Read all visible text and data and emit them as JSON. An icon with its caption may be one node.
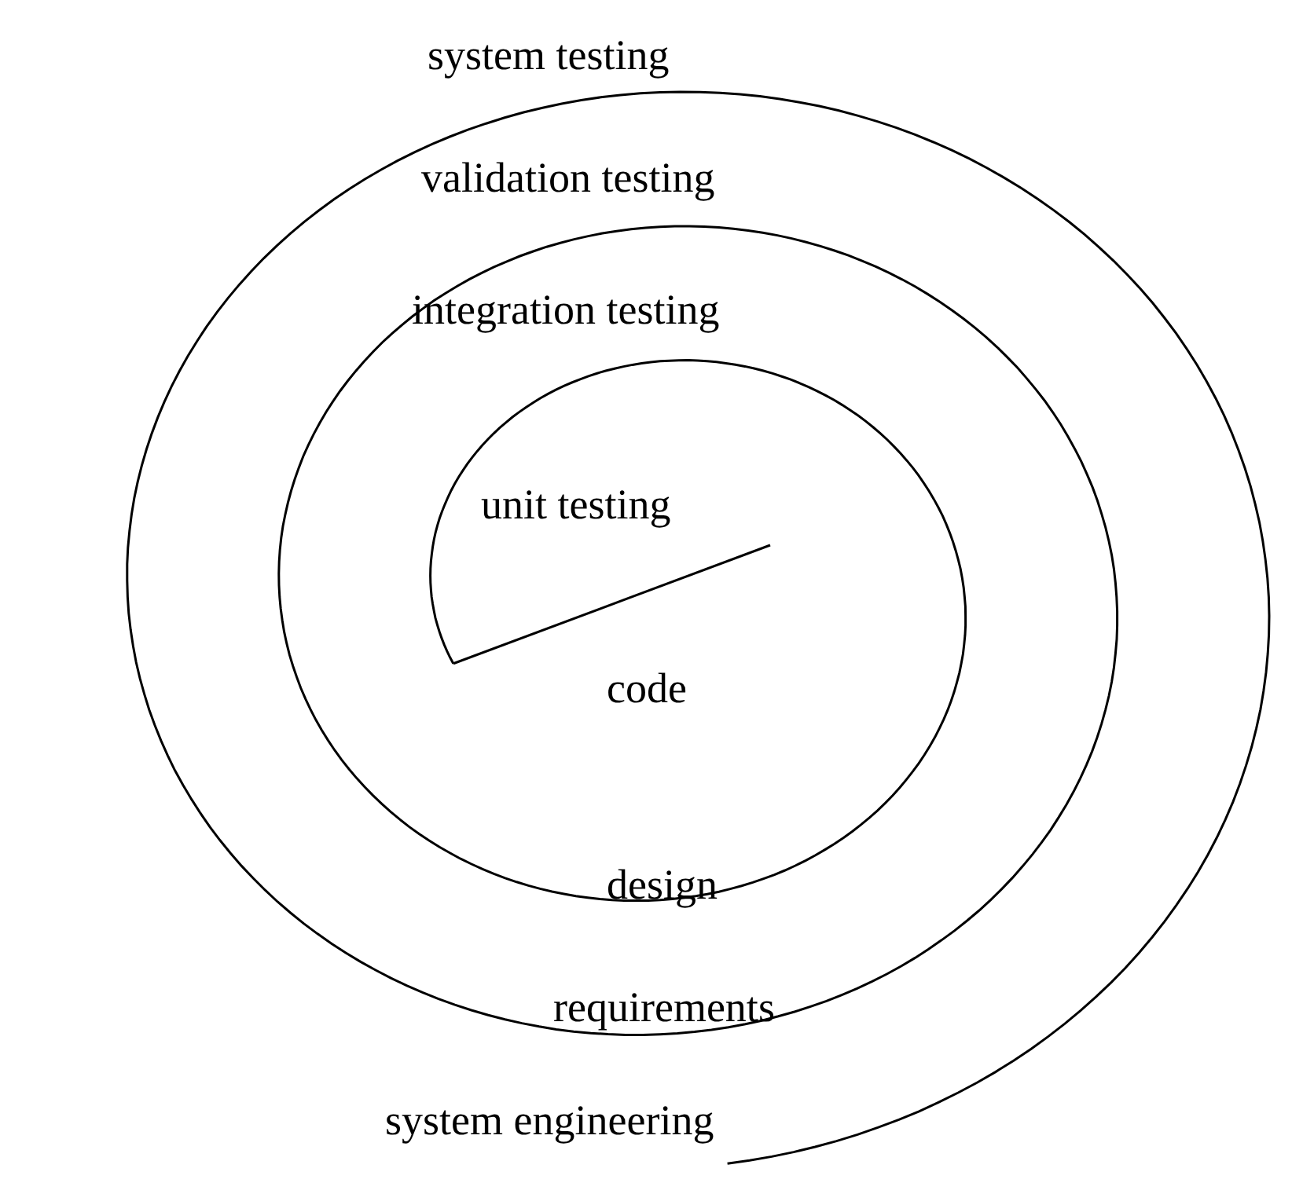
{
  "diagram": {
    "labels": [
      "system testing",
      "validation testing",
      "integration testing",
      "unit testing",
      "code",
      "design",
      "requirements",
      "system engineering"
    ]
  }
}
